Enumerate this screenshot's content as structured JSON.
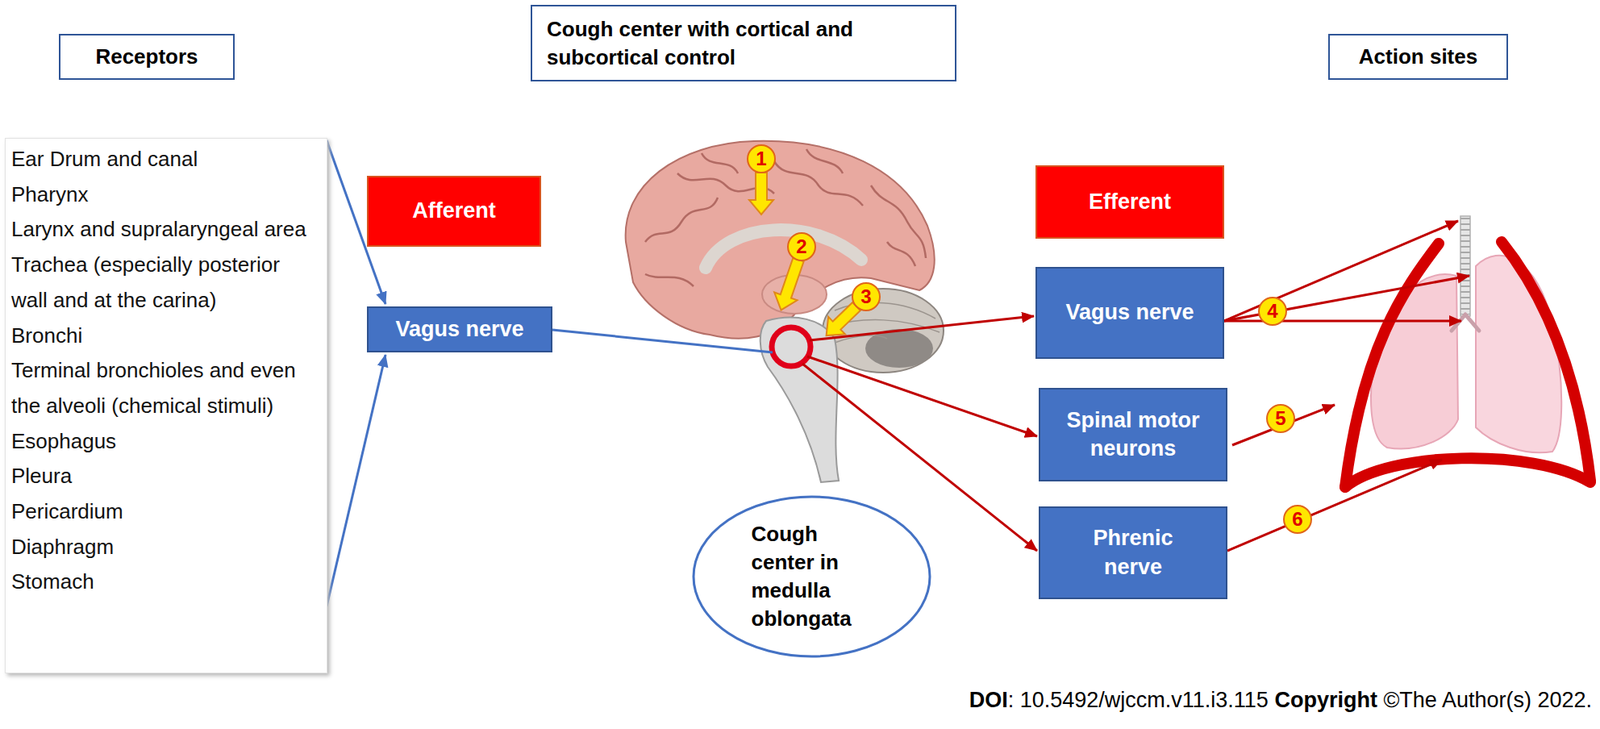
{
  "diagram": {
    "nodes": [
      {
        "text": [
          "Receptors"
        ]
      },
      {
        "text": [
          "Cough center with cortical and subcortical control"
        ]
      },
      {
        "text": [
          "Action sites"
        ]
      },
      {
        "text": [
          "Ear Drum and canal",
          "Pharynx",
          "Larynx and supralaryngeal area",
          "Trachea (especially posterior wall and at the carina)",
          "Bronchi",
          "Terminal bronchioles and even the alveoli (chemical stimuli)",
          "Esophagus",
          "Pleura",
          "Pericardium",
          "Diaphragm",
          "Stomach"
        ]
      },
      {
        "text": [
          "Afferent"
        ]
      },
      {
        "text": [
          "Vagus nerve"
        ]
      },
      {
        "text": [
          "Efferent"
        ]
      },
      {
        "text": [
          "Vagus nerve"
        ]
      },
      {
        "text": [
          "Spinal motor neurons"
        ]
      },
      {
        "text": [
          "Phrenic nerve"
        ]
      },
      {
        "text": [
          "Cough center in medulla oblongata"
        ]
      }
    ],
    "edges": [
      {
        "from": 3,
        "to": 5,
        "arrow": "to"
      },
      {
        "from": 3,
        "to": 5,
        "arrow": "to"
      }
    ],
    "labels": [
      "1",
      "2",
      "3",
      "4",
      "5",
      "6",
      "DOI",
      ": 10.5492/wjccm.v11.i3.115",
      "Copyright",
      "©The Author(s) 2022."
    ]
  }
}
